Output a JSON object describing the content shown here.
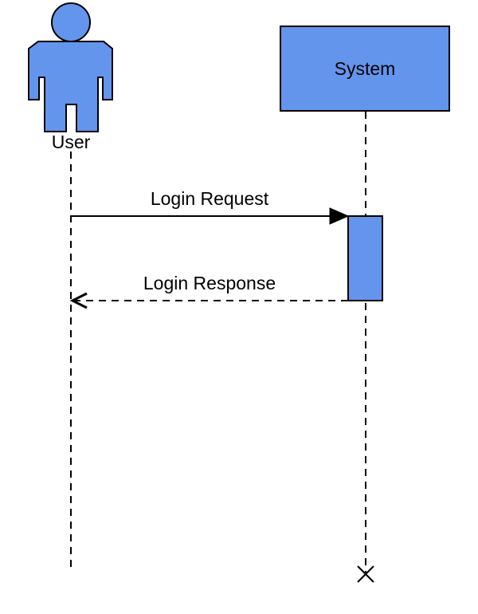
{
  "colors": {
    "fill": "#6495ED",
    "stroke": "#000000",
    "background": "#FFFFFF"
  },
  "participants": {
    "user": {
      "label": "User",
      "icon": "actor-icon"
    },
    "system": {
      "label": "System"
    }
  },
  "messages": {
    "request": {
      "label": "Login Request",
      "style": "solid",
      "arrowhead": "filled"
    },
    "response": {
      "label": "Login Response",
      "style": "dashed",
      "arrowhead": "open"
    }
  },
  "lifeline_end": {
    "marker": "destroy-icon"
  }
}
